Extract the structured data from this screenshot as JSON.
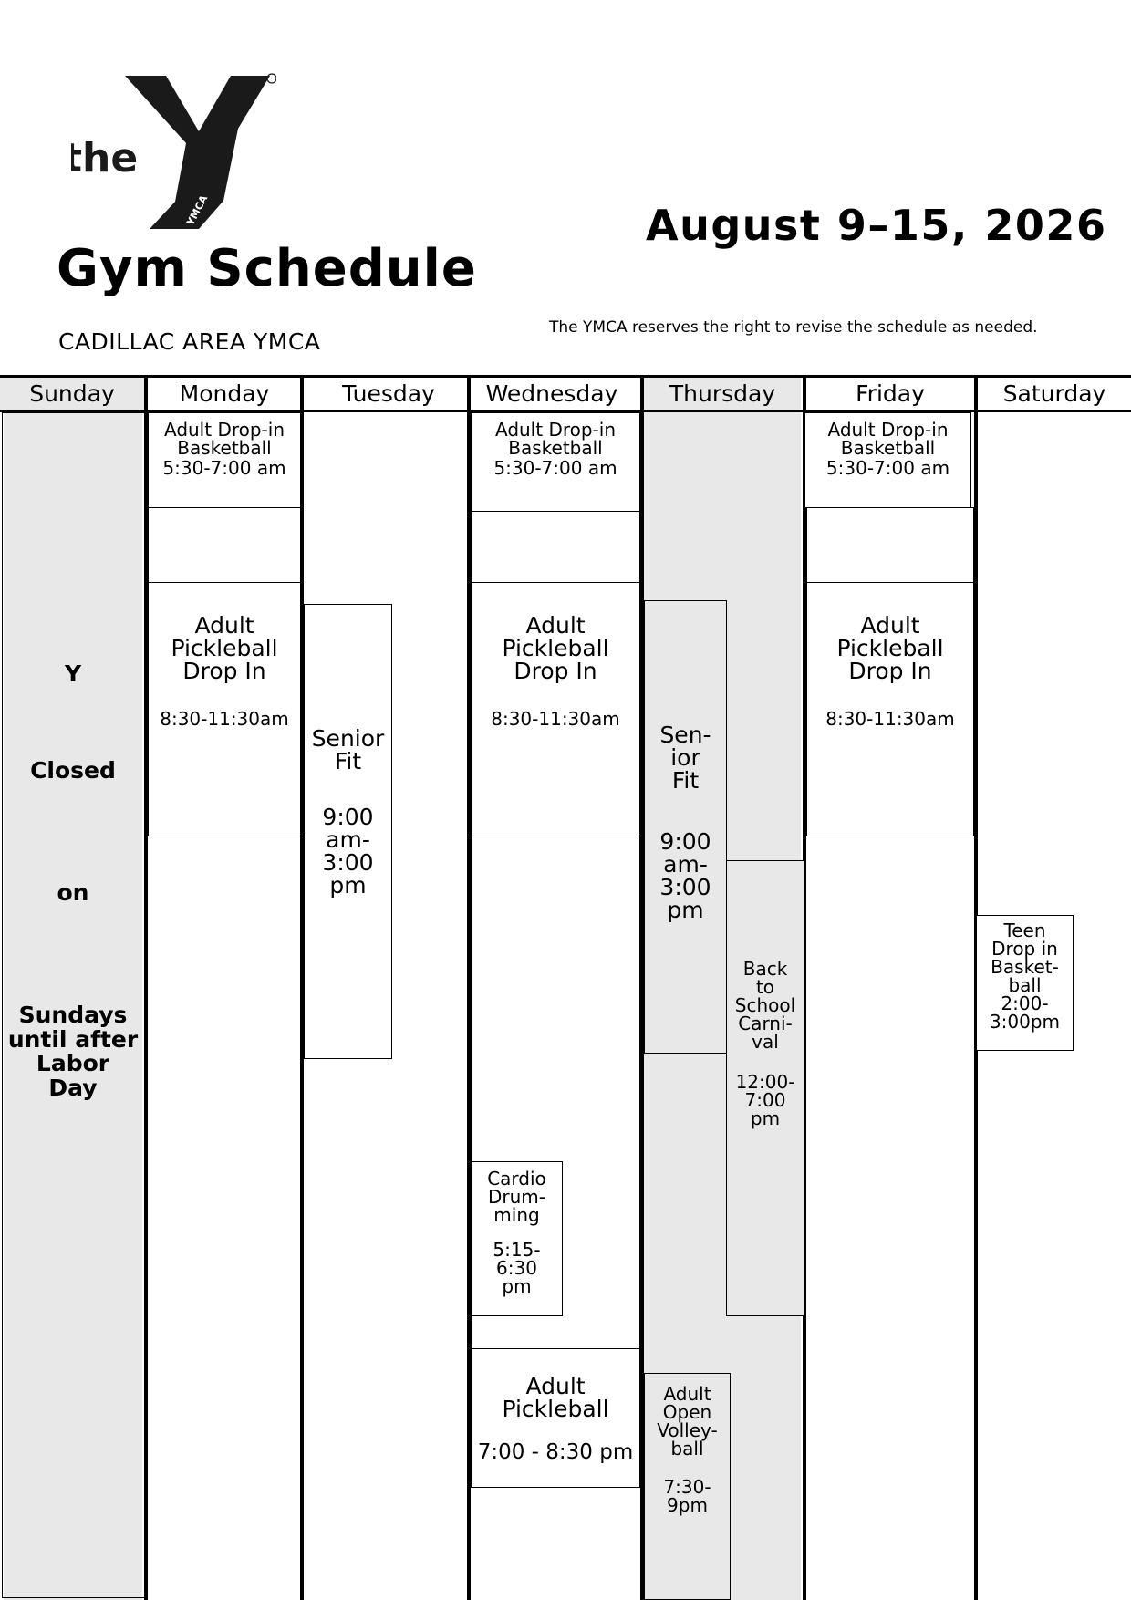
{
  "header": {
    "logo_text": "the",
    "logo_small_text": "YMCA",
    "title": "Gym Schedule",
    "organization": "CADILLAC AREA YMCA",
    "week": "August 9–15, 2026",
    "note": "The YMCA reserves the right to revise the schedule as needed."
  },
  "days": [
    "Sunday",
    "Monday",
    "Tuesday",
    "Wednesday",
    "Thursday",
    "Friday",
    "Saturday"
  ],
  "sunday_closed": [
    "Y",
    "Closed",
    "on",
    "Sundays\nuntil after\nLabor\nDay"
  ],
  "events": {
    "mon_basketball": {
      "title": "Adult Drop-in\nBasketball",
      "time": "5:30-7:00 am"
    },
    "wed_basketball": {
      "title": "Adult Drop-in\nBasketball",
      "time": "5:30-7:00 am"
    },
    "fri_basketball": {
      "title": "Adult Drop-in\nBasketball",
      "time": "5:30-7:00 am"
    },
    "mon_pickleball": {
      "title": "Adult\nPickleball\nDrop In",
      "time": "8:30-11:30am"
    },
    "wed_pickleball": {
      "title": "Adult\nPickleball\nDrop In",
      "time": "8:30-11:30am"
    },
    "fri_pickleball": {
      "title": "Adult\nPickleball\nDrop In",
      "time": "8:30-11:30am"
    },
    "tue_senior_fit": {
      "title": "Senior\nFit",
      "time": "9:00\nam-\n3:00\npm"
    },
    "thu_senior_fit": {
      "title": "Sen-\nior\nFit",
      "time": "9:00\nam-\n3:00\npm"
    },
    "thu_carnival": {
      "title": "Back\nto\nSchool\nCarni-\nval",
      "time": "12:00-\n7:00\npm"
    },
    "sat_teen": {
      "title": "Teen\nDrop in\nBasket-\nball\n2:00-\n3:00pm"
    },
    "wed_cardio": {
      "title": "Cardio\nDrum-\nming",
      "time": "5:15-\n6:30\npm"
    },
    "wed_pickleball_eve": {
      "title": "Adult\nPickleball",
      "time": "7:00 - 8:30 pm"
    },
    "thu_volleyball": {
      "title": "Adult\nOpen\nVolley-\nball",
      "time": "7:30-\n9pm"
    }
  }
}
